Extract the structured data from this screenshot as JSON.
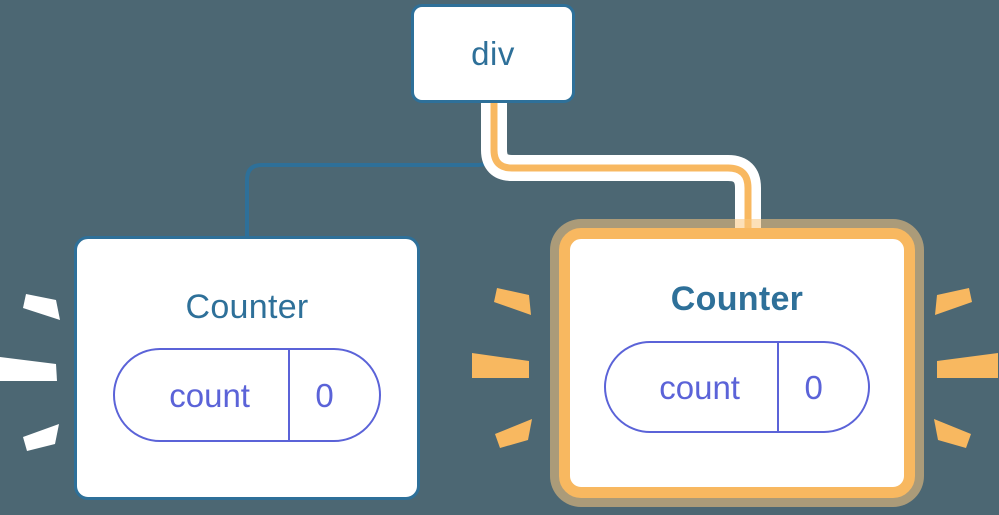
{
  "diagram": {
    "title": "Component re-render highlight diagram",
    "background_color": "#4c6773",
    "nodes": {
      "root": {
        "label": "div",
        "border_color": "#2e7099",
        "fill_color": "#ffffff"
      },
      "counter_left": {
        "label": "Counter",
        "border_color": "#2e7099",
        "fill_color": "#ffffff",
        "highlighted": "false",
        "state": {
          "key": "count",
          "value": "0",
          "color": "#5b63d8"
        }
      },
      "counter_right": {
        "label": "Counter",
        "border_color": "#f8b860",
        "glow_color": "#fac77e",
        "fill_color": "#ffffff",
        "highlighted": "true",
        "state": {
          "key": "count",
          "value": "0",
          "color": "#5b63d8"
        }
      }
    },
    "edges": [
      {
        "name": "edge-div-to-counter-left",
        "from": "div",
        "to": "Counter (left)",
        "color": "#2e7099",
        "highlighted": "false"
      },
      {
        "name": "edge-div-to-counter-right",
        "from": "div",
        "to": "Counter (right)",
        "color": "#f8b860",
        "halo_color": "#ffffff",
        "highlighted": "true"
      }
    ],
    "sparkles": [
      {
        "name": "sparkle-left-counter-white",
        "target": "Counter (left)",
        "color": "#ffffff",
        "side": "left",
        "ray_count": "3"
      },
      {
        "name": "sparkle-right-counter-orange-left",
        "target": "Counter (right)",
        "color": "#f8b860",
        "side": "left",
        "ray_count": "3"
      },
      {
        "name": "sparkle-right-counter-orange-right",
        "target": "Counter (right)",
        "color": "#f8b860",
        "side": "right",
        "ray_count": "3"
      }
    ]
  }
}
